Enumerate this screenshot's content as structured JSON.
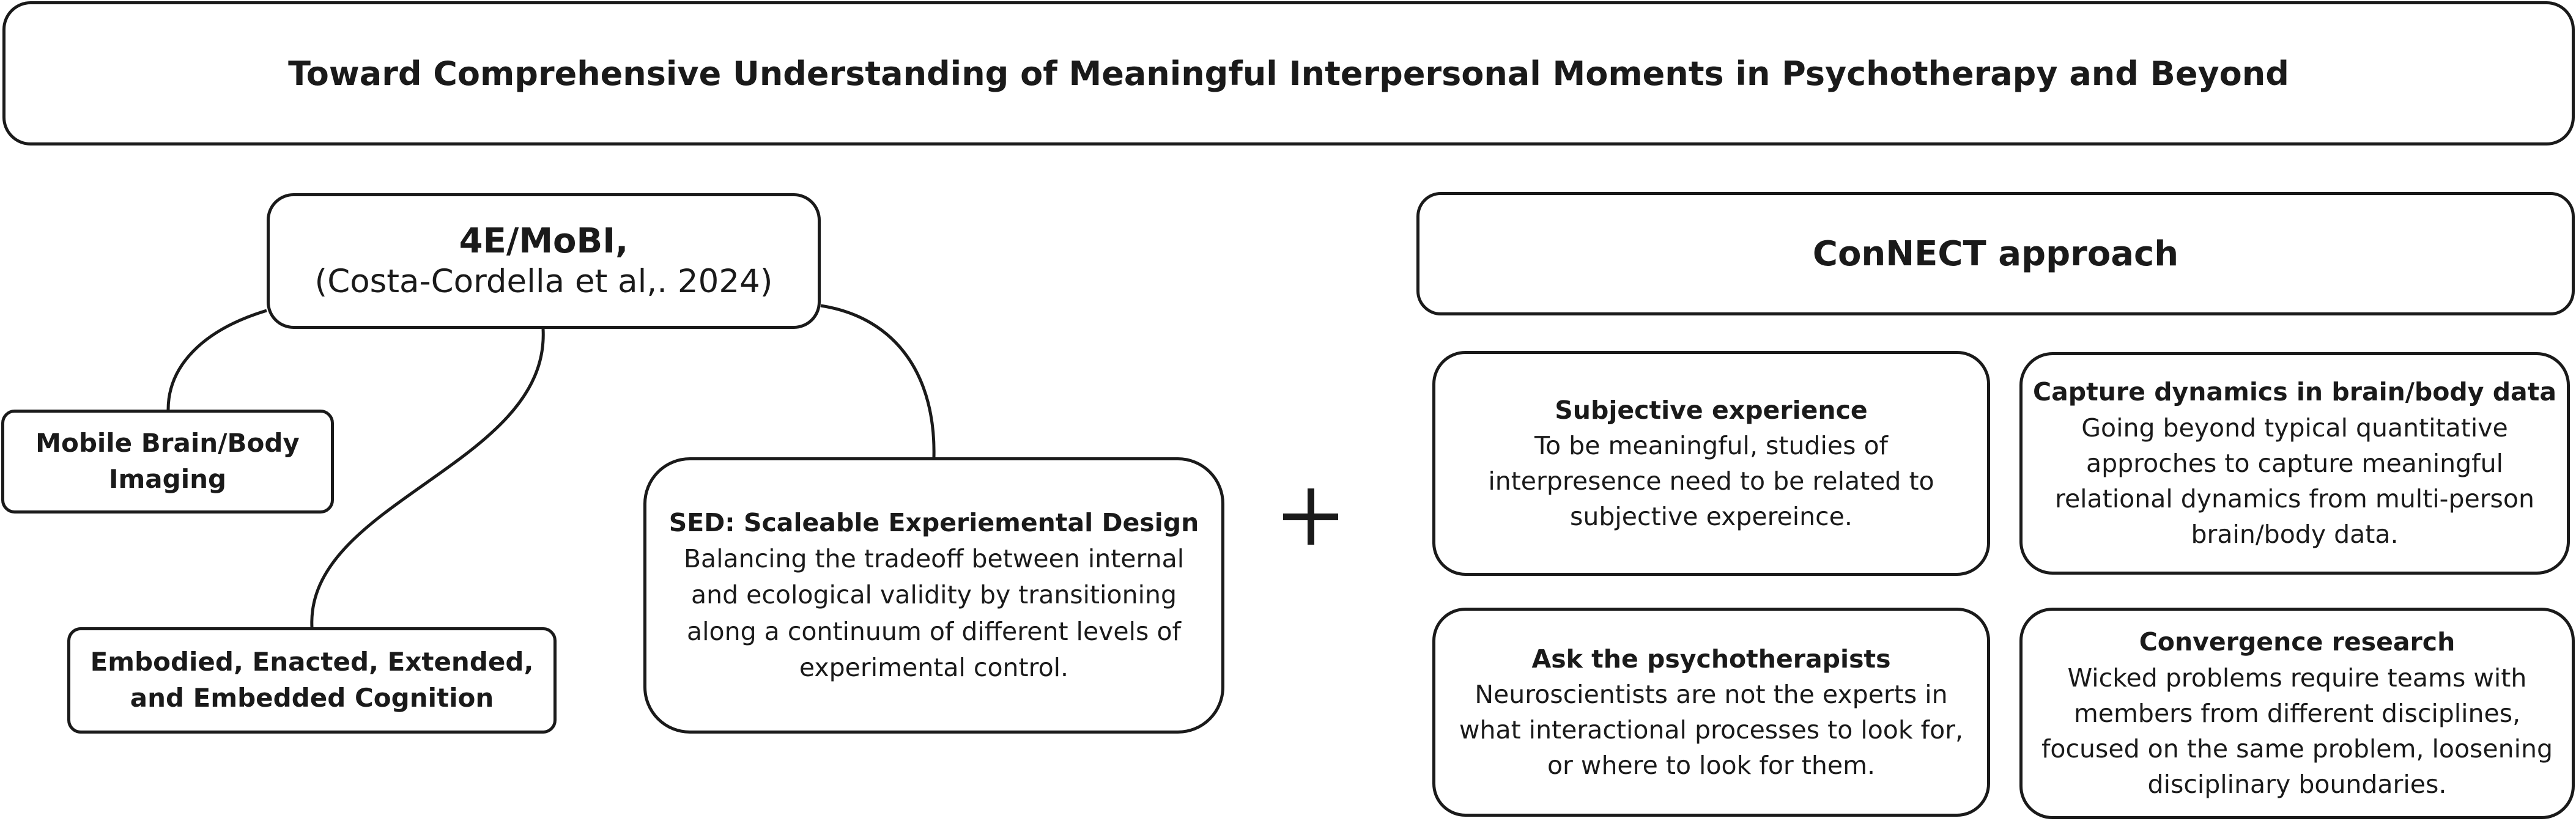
{
  "title": "Toward Comprehensive Understanding of Meaningful Interpersonal Moments in Psychotherapy and Beyond",
  "mobi": {
    "heading": "4E/MoBI,",
    "citation": "(Costa-Cordella et al,. 2024)"
  },
  "mobile_imaging": {
    "line1": "Mobile Brain/Body",
    "line2": "Imaging"
  },
  "cognition": {
    "line1": "Embodied, Enacted, Extended,",
    "line2": "and Embedded Cognition"
  },
  "sed": {
    "heading": "SED: Scaleable Experiemental Design",
    "lines": [
      "Balancing the tradeoff between internal",
      "and ecological validity by transitioning",
      "along a continuum of different levels of",
      "experimental control."
    ]
  },
  "connect": {
    "heading": "ConNECT approach"
  },
  "subjective": {
    "heading": "Subjective experience",
    "lines": [
      "To be meaningful, studies of",
      "interpresence need to be related to",
      "subjective expereince."
    ]
  },
  "dynamics": {
    "heading": "Capture dynamics in brain/body data",
    "lines": [
      "Going beyond typical quantitative",
      "approches to capture meaningful",
      "relational dynamics from multi-person",
      "brain/body data."
    ]
  },
  "psychotherapists": {
    "heading": "Ask the psychotherapists",
    "lines": [
      "Neuroscientists are not the experts in",
      "what interactional processes to look for,",
      "or where to look for them."
    ]
  },
  "convergence": {
    "heading": "Convergence research",
    "lines": [
      "Wicked problems require teams with",
      "members from different disciplines,",
      "focused on the same problem, loosening",
      "disciplinary boundaries."
    ]
  },
  "colors": {
    "stroke": "#1a1a1a",
    "background": "#ffffff"
  }
}
